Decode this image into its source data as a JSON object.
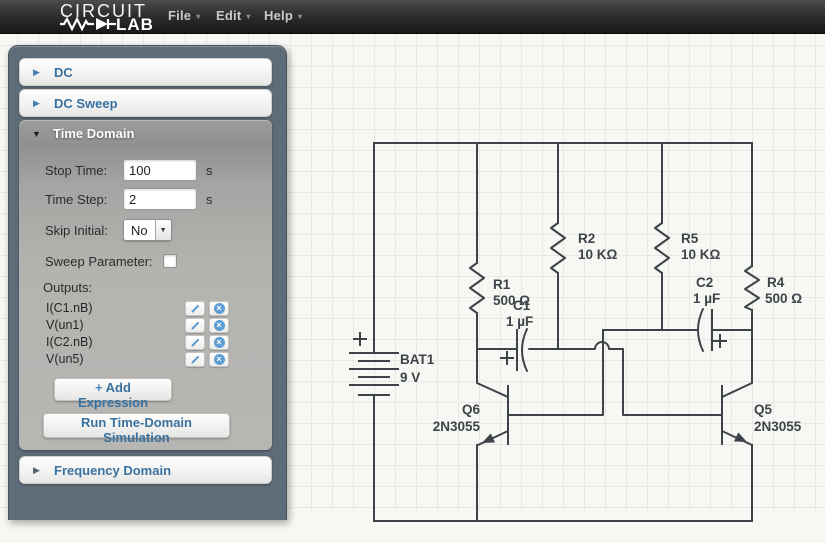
{
  "menubar": {
    "logo_top": "CIRCUIT",
    "logo_bottom": "LAB",
    "menus": [
      {
        "label": "File"
      },
      {
        "label": "Edit"
      },
      {
        "label": "Help"
      }
    ]
  },
  "icons": {
    "expand": "▶",
    "collapse": "▼",
    "menu_caret": "▾",
    "dropdown": "▼",
    "delete": "×",
    "plus": "+"
  },
  "sidebar": {
    "sections": {
      "dc": "DC",
      "dc_sweep": "DC Sweep",
      "time_domain": "Time Domain",
      "frequency_domain": "Frequency Domain"
    },
    "time_domain": {
      "stop_time_label": "Stop Time:",
      "stop_time_value": "100",
      "stop_time_unit": "s",
      "time_step_label": "Time Step:",
      "time_step_value": "2",
      "time_step_unit": "s",
      "skip_initial_label": "Skip Initial:",
      "skip_initial_value": "No",
      "sweep_parameter_label": "Sweep Parameter:",
      "outputs_label": "Outputs:",
      "outputs": [
        "I(C1.nB)",
        "V(un1)",
        "I(C2.nB)",
        "V(un5)"
      ],
      "add_expression_label": "Add Expression",
      "run_button_label": "Run Time-Domain Simulation"
    }
  },
  "schematic": {
    "components": {
      "bat1": {
        "name": "BAT1",
        "value": "9 V"
      },
      "r1": {
        "name": "R1",
        "value": "500 Ω"
      },
      "r2": {
        "name": "R2",
        "value": "10 KΩ"
      },
      "r5": {
        "name": "R5",
        "value": "10 KΩ"
      },
      "r4": {
        "name": "R4",
        "value": "500 Ω"
      },
      "c1": {
        "name": "C1",
        "value": "1 µF"
      },
      "c2": {
        "name": "C2",
        "value": "1 µF"
      },
      "q6": {
        "name": "Q6",
        "value": "2N3055"
      },
      "q5": {
        "name": "Q5",
        "value": "2N3055"
      }
    }
  }
}
